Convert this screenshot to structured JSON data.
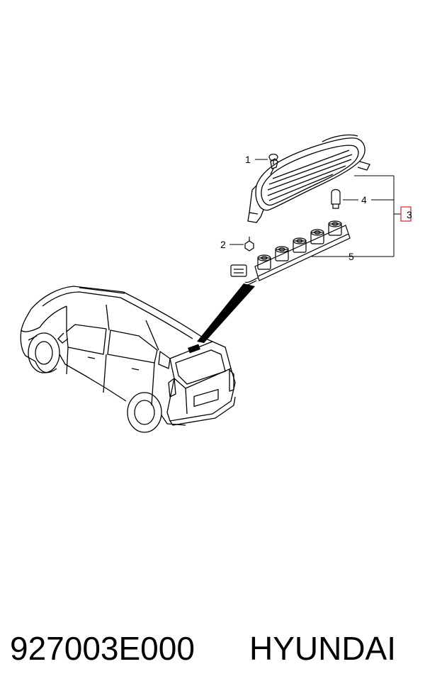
{
  "callouts": {
    "c1": "1",
    "c2": "2",
    "c3": "3",
    "c4": "4",
    "c5": "5"
  },
  "footer": {
    "part_number": "927003E000",
    "brand": "HYUNDAI"
  },
  "colors": {
    "line": "#000000",
    "highlight": "#d9303a",
    "background": "#ffffff"
  }
}
